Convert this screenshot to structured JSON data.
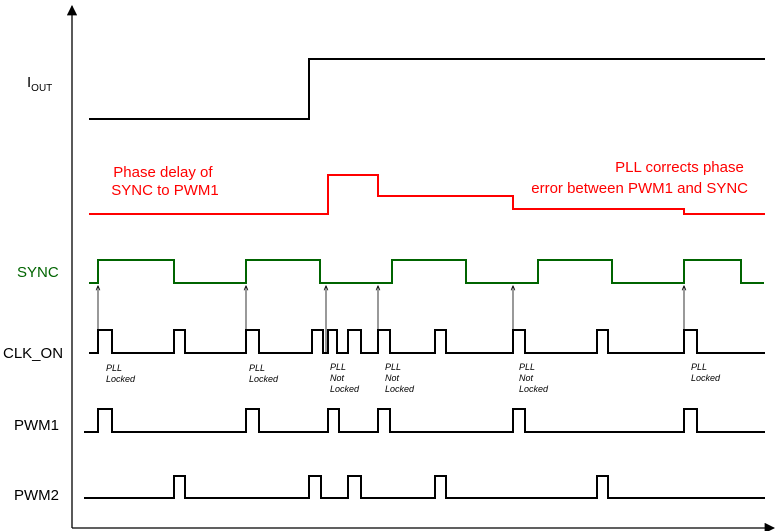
{
  "colors": {
    "black": "#000000",
    "red": "#ff0000",
    "green": "#006400"
  },
  "labels": {
    "iout_main": "I",
    "iout_sub": "OUT",
    "sync": "SYNC",
    "clk_on": "CLK_ON",
    "pwm1": "PWM1",
    "pwm2": "PWM2"
  },
  "notes": {
    "phase_delay_line1": "Phase delay of",
    "phase_delay_line2": "SYNC to PWM1",
    "pll_corrects_line1": "PLL corrects phase",
    "pll_corrects_line2": "error between PWM1 and SYNC"
  },
  "markers": [
    {
      "lines": [
        "PLL",
        "Locked"
      ]
    },
    {
      "lines": [
        "PLL",
        "Locked"
      ]
    },
    {
      "lines": [
        "PLL",
        "Not",
        "Locked"
      ]
    },
    {
      "lines": [
        "PLL",
        "Not",
        "Locked"
      ]
    },
    {
      "lines": [
        "PLL",
        "Not",
        "Locked"
      ]
    },
    {
      "lines": [
        "PLL",
        "Locked"
      ]
    }
  ]
}
